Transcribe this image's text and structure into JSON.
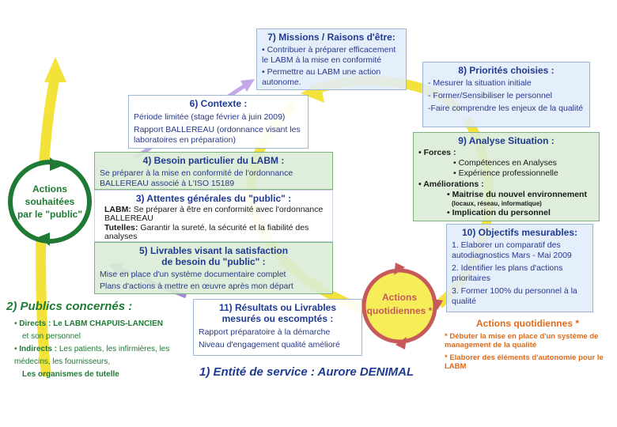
{
  "box7": {
    "title": "7) Missions / Raisons d'être:",
    "items": [
      "• Contribuer à préparer efficacement le LABM à la mise en conformité",
      "• Permettre au LABM une action autonome."
    ]
  },
  "box8": {
    "title": "8) Priorités choisies :",
    "items": [
      "- Mesurer la situation initiale",
      "- Former/Sensibiliser le personnel",
      "-Faire comprendre les enjeux de la qualité"
    ]
  },
  "box6": {
    "title": "6) Contexte :",
    "items": [
      "Période limitée (stage février à juin 2009)",
      "Rapport BALLEREAU (ordonnance visant les laboratoires en préparation)"
    ]
  },
  "box4": {
    "title": "4) Besoin particulier du LABM :",
    "text": "Se préparer à la mise en conformité de l'ordonnance BALLEREAU associé à L'ISO 15189"
  },
  "box3": {
    "title": "3) Attentes générales du \"public\" :",
    "labm_label": "LABM:",
    "labm_text": "Se préparer à être en conformité avec l'ordonnance BALLEREAU",
    "tutelles_label": "Tutelles:",
    "tutelles_text": "Garantir la sureté, la sécurité et la fiabilité des analyses"
  },
  "box5": {
    "title_line1": "5) Livrables visant la satisfaction",
    "title_line2": "de besoin du \"public\" :",
    "items": [
      "Mise en place d'un système documentaire complet",
      "Plans d'actions à mettre en œuvre après mon départ"
    ]
  },
  "box9": {
    "title": "9) Analyse Situation :",
    "forces_label": "• Forces :",
    "forces": [
      "• Compétences en Analyses",
      "• Expérience professionnelle"
    ],
    "ameliorations_label": "• Améliorations :",
    "amelioration_main": "• Maitrise du nouvel environnement",
    "amelioration_sub": "(locaux, réseau, informatique)",
    "amelioration_2": "• Implication du personnel"
  },
  "box10": {
    "title": "10) Objectifs mesurables:",
    "items": [
      "1. Elaborer un comparatif des autodiagnostics Mars - Mai 2009",
      "2. Identifier les plans d'actions prioritaires",
      "3. Former 100% du personnel à la qualité"
    ]
  },
  "box11": {
    "title_line1": "11) Résultats ou Livrables",
    "title_line2": "mesurés ou escomptés :",
    "items": [
      "Rapport préparatoire à la démarche",
      "Niveau d'engagement qualité amélioré"
    ]
  },
  "circle_left": {
    "line1": "Actions",
    "line2": "souhaitées",
    "line3": "par le \"public\""
  },
  "circle_right": {
    "line1": "Actions",
    "line2": "quotidiennes *"
  },
  "publics": {
    "title": "2) Publics concernés :",
    "directs_label": "Directs :",
    "directs_value": "Le LABM CHAPUIS-LANCIEN",
    "directs_rest": "et son personnel",
    "indirects_label": "Indirects :",
    "indirects_value": "Les patients, les infirmières, les médecins, les fournisseurs,",
    "indirects_last": "Les organismes de tutelle"
  },
  "entite": "1) Entité de service : Aurore DENIMAL",
  "actions_q": {
    "title": "Actions quotidiennes *",
    "item1": "* Débuter la mise en place d'un système de management de la qualité",
    "item2": "* Elaborer des éléments d'autonomie pour le LABM"
  },
  "colors": {
    "yellow": "#f2e23a",
    "green": "#1e7a35",
    "red": "#c65a5a",
    "orange": "#e06a1a",
    "navy": "#1f3a93"
  }
}
